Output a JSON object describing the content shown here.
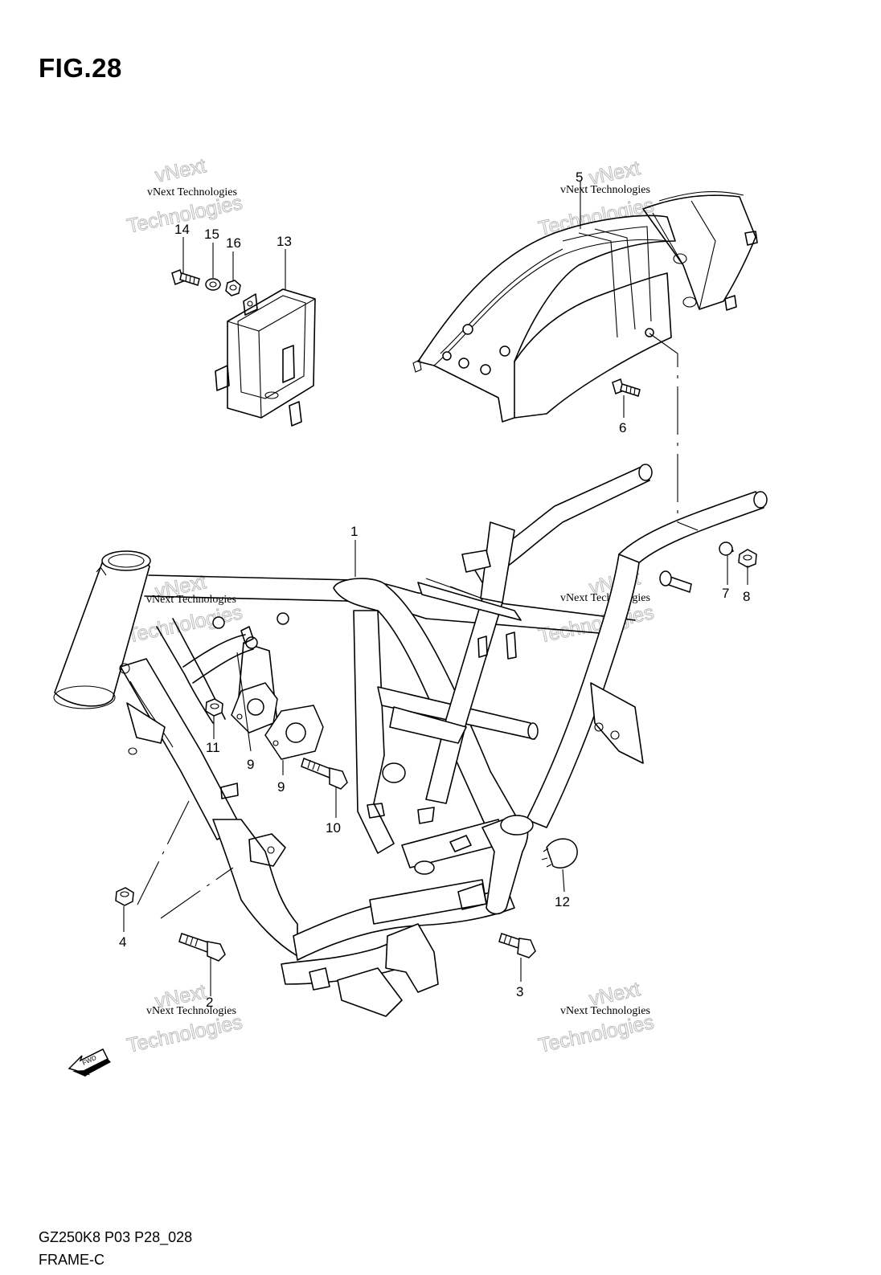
{
  "figure": {
    "title": "FIG.28"
  },
  "footer": {
    "code": "GZ250K8 P03 P28_028",
    "name": "FRAME-C"
  },
  "watermark": {
    "line1": "vNext Technologies",
    "line2": "vNext",
    "line3": "Technologies"
  },
  "fwd_label": "FWD",
  "callouts": {
    "c1": "1",
    "c2": "2",
    "c3": "3",
    "c4": "4",
    "c5": "5",
    "c6": "6",
    "c7": "7",
    "c8": "8",
    "c9a": "9",
    "c9b": "9",
    "c10": "10",
    "c11": "11",
    "c12": "12",
    "c13": "13",
    "c14": "14",
    "c15": "15",
    "c16": "16"
  }
}
